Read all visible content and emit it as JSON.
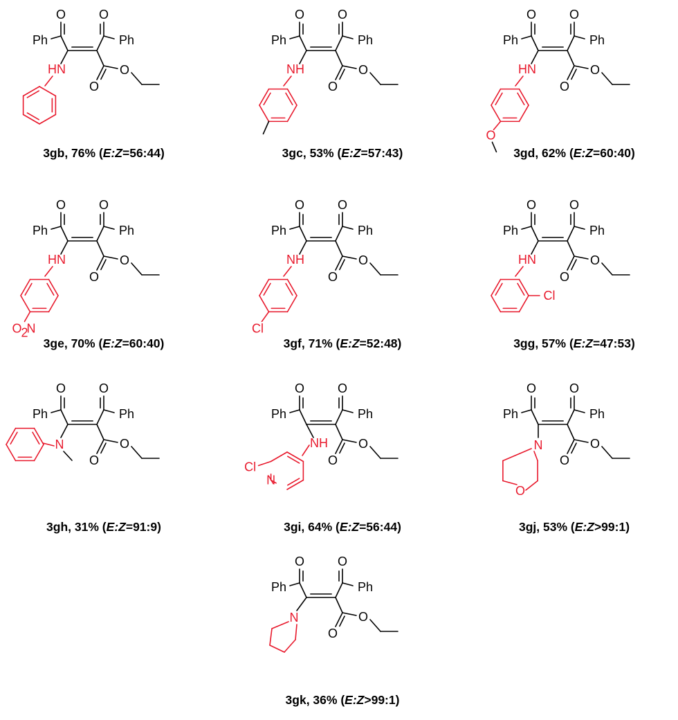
{
  "colors": {
    "scaffold": "#000000",
    "amine": "#e8192c",
    "background": "#ffffff"
  },
  "compounds": [
    {
      "id": "3gb",
      "yield": "76%",
      "ratio_prefix": "E:Z",
      "ratio_sep": "=",
      "ratio": "56:44",
      "amine": "NHPh"
    },
    {
      "id": "3gc",
      "yield": "53%",
      "ratio_prefix": "E:Z",
      "ratio_sep": "=",
      "ratio": "57:43",
      "amine": "NH-p-tolyl"
    },
    {
      "id": "3gd",
      "yield": "62%",
      "ratio_prefix": "E:Z",
      "ratio_sep": "=",
      "ratio": "60:40",
      "amine": "NH-p-anisyl"
    },
    {
      "id": "3ge",
      "yield": "70%",
      "ratio_prefix": "E:Z",
      "ratio_sep": "=",
      "ratio": "60:40",
      "amine": "NH-p-nitrophenyl"
    },
    {
      "id": "3gf",
      "yield": "71%",
      "ratio_prefix": "E:Z",
      "ratio_sep": "=",
      "ratio": "52:48",
      "amine": "NH-p-chlorophenyl"
    },
    {
      "id": "3gg",
      "yield": "57%",
      "ratio_prefix": "E:Z",
      "ratio_sep": "=",
      "ratio": "47:53",
      "amine": "NH-o-chlorophenyl"
    },
    {
      "id": "3gh",
      "yield": "31%",
      "ratio_prefix": "E:Z",
      "ratio_sep": "=",
      "ratio": "91:9",
      "amine": "N(Me)Ph"
    },
    {
      "id": "3gi",
      "yield": "64%",
      "ratio_prefix": "E:Z",
      "ratio_sep": "=",
      "ratio": "56:44",
      "amine": "NH-6-chloropyridin-2-yl"
    },
    {
      "id": "3gj",
      "yield": "53%",
      "ratio_prefix": "E:Z",
      "ratio_sep": ">",
      "ratio": "99:1",
      "amine": "morpholino"
    },
    {
      "id": "3gk",
      "yield": "36%",
      "ratio_prefix": "E:Z",
      "ratio_sep": ">",
      "ratio": "99:1",
      "amine": "pyrrolidino"
    }
  ],
  "atom_labels": {
    "ph": "Ph",
    "o": "O",
    "nh": "NH",
    "hn": "HN",
    "n": "N",
    "cl": "Cl",
    "no2_o": "O",
    "no2_sub": "2",
    "no2_n": "N"
  }
}
